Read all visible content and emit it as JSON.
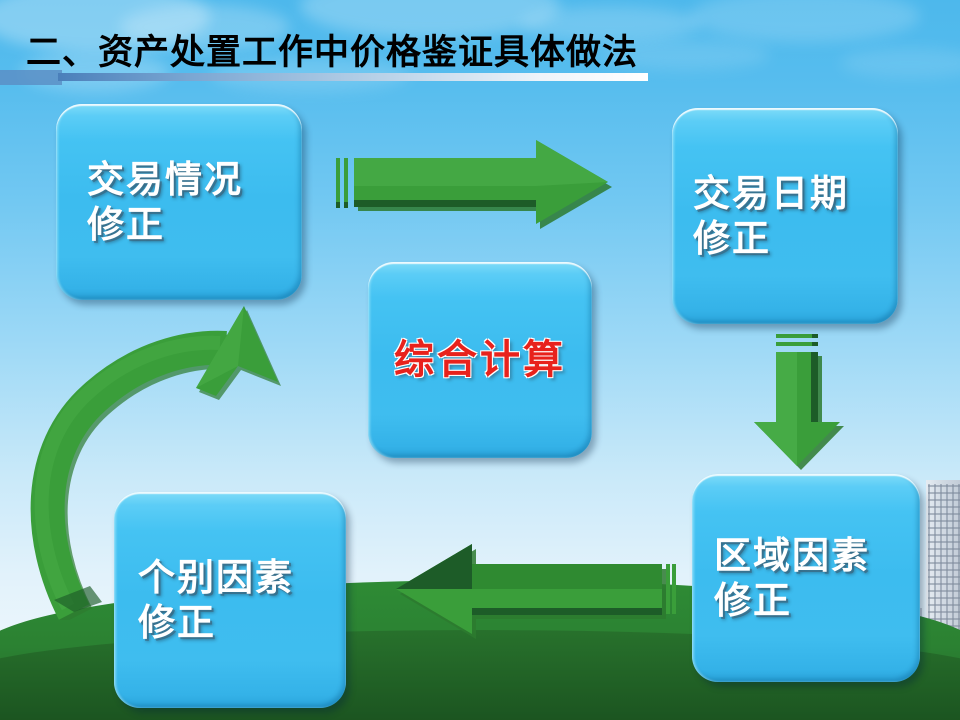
{
  "slide": {
    "title": "二、资产处置工作中价格鉴证具体做法",
    "background": {
      "sky_top_color": "#4db8ec",
      "sky_bottom_color": "#f2f9fd",
      "ground_color": "#2e8b35"
    },
    "rule": {
      "block_color": "#5b8fc6",
      "line_gradient_from": "#4a7fba",
      "line_gradient_to": "#ffffff"
    }
  },
  "diagram": {
    "box_fill_color": "#3cbcef",
    "box_text_color": "#ffffff",
    "accent_text_color": "#e8221c",
    "arrow_color": "#3a9e3a",
    "arrow_shadow_color": "#1d5c28",
    "boxes": [
      {
        "id": "trade",
        "label": "交易情况\n修正",
        "color": "#ffffff"
      },
      {
        "id": "date",
        "label": "交易日期\n修正",
        "color": "#ffffff"
      },
      {
        "id": "calc",
        "label": "综合计算",
        "color": "#e8221c"
      },
      {
        "id": "region",
        "label": "区域因素\n修正",
        "color": "#ffffff"
      },
      {
        "id": "indiv",
        "label": "个别因素\n修正",
        "color": "#ffffff"
      }
    ],
    "arrows": [
      {
        "id": "trade-to-date",
        "direction": "right",
        "from": "trade",
        "to": "date"
      },
      {
        "id": "date-to-region",
        "direction": "down",
        "from": "date",
        "to": "region"
      },
      {
        "id": "region-to-indiv",
        "direction": "left",
        "from": "region",
        "to": "indiv"
      },
      {
        "id": "indiv-to-trade",
        "direction": "curved-up-right",
        "from": "indiv",
        "to": "trade"
      }
    ]
  }
}
